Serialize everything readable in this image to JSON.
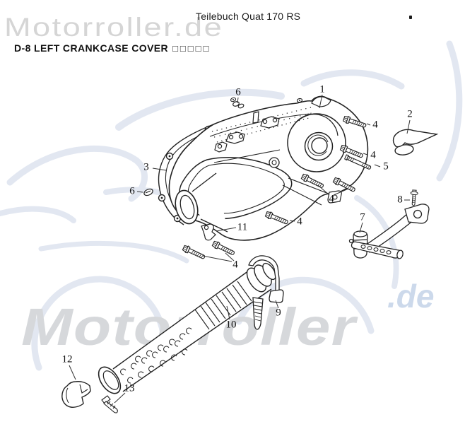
{
  "page": {
    "title": "Teilebuch Quat 170 RS",
    "section_heading": "D-8 LEFT CRANKCASE COVER",
    "section_heading_boxes": "□□□□□"
  },
  "watermarks": {
    "top": "Motorroller.de",
    "bottom_main": "Motorroller",
    "bottom_suffix": ".de"
  },
  "diagram": {
    "callouts": [
      {
        "label": "1"
      },
      {
        "label": "2"
      },
      {
        "label": "3"
      },
      {
        "label": "4"
      },
      {
        "label": "4"
      },
      {
        "label": "5"
      },
      {
        "label": "4"
      },
      {
        "label": "8"
      },
      {
        "label": "7"
      },
      {
        "label": "4"
      },
      {
        "label": "11"
      },
      {
        "label": "4"
      },
      {
        "label": "9"
      },
      {
        "label": "10"
      },
      {
        "label": "12"
      },
      {
        "label": "13"
      },
      {
        "label": "6"
      },
      {
        "label": "6"
      }
    ]
  },
  "colors": {
    "line": "#222222",
    "callout_text": "#111111",
    "watermark_top_gray": "#d5d5d5",
    "watermark_swoosh_blue": "#e2e7f1",
    "watermark_bottom_gray": "#d6d8db",
    "watermark_de_blue": "#ccd9eb"
  }
}
